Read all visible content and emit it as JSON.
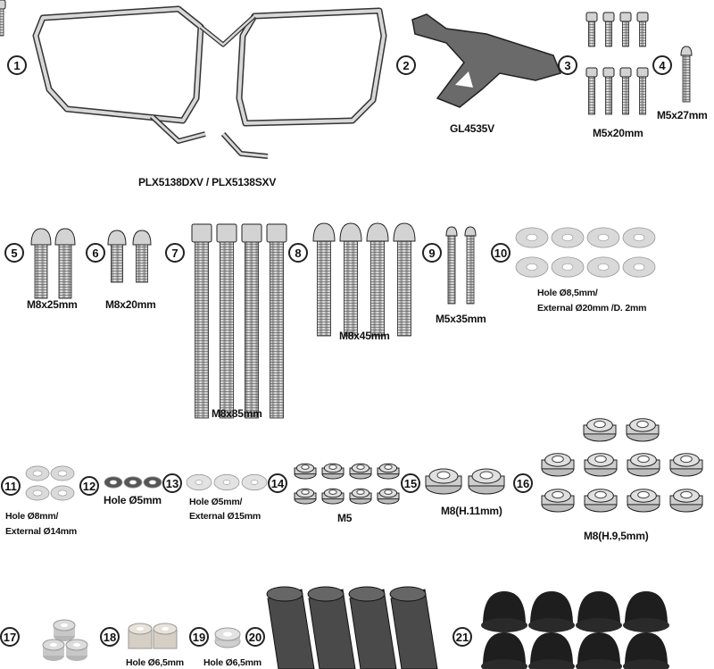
{
  "items": [
    {
      "n": "1",
      "label": "PLX5138DXV / PLX5138SXV"
    },
    {
      "n": "2",
      "label": "GL4535V"
    },
    {
      "n": "3",
      "label": "M5x20mm"
    },
    {
      "n": "4",
      "label": "M5x27mm"
    },
    {
      "n": "5",
      "label": "M8x25mm"
    },
    {
      "n": "6",
      "label": "M8x20mm"
    },
    {
      "n": "7",
      "label": "M8x85mm"
    },
    {
      "n": "8",
      "label": "M8x45mm"
    },
    {
      "n": "9",
      "label": "M5x35mm"
    },
    {
      "n": "10",
      "label_line1": "Hole Ø8,5mm/",
      "label_line2": "External Ø20mm /D. 2mm"
    },
    {
      "n": "11",
      "label_line1": "Hole Ø8mm/",
      "label_line2": "External Ø14mm"
    },
    {
      "n": "12",
      "label": "Hole Ø5mm"
    },
    {
      "n": "13",
      "label_line1": "Hole Ø5mm/",
      "label_line2": "External Ø15mm"
    },
    {
      "n": "14",
      "label": "M5"
    },
    {
      "n": "15",
      "label": "M8(H.11mm)"
    },
    {
      "n": "16",
      "label": "M8(H.9,5mm)"
    },
    {
      "n": "17"
    },
    {
      "n": "18",
      "label": "Hole Ø6,5mm"
    },
    {
      "n": "19",
      "label": "Hole Ø6,5mm"
    },
    {
      "n": "20"
    },
    {
      "n": "21"
    }
  ],
  "colors": {
    "part_fill": "#cfcfcf",
    "part_dark": "#3a3a3a",
    "outline": "#222222"
  }
}
